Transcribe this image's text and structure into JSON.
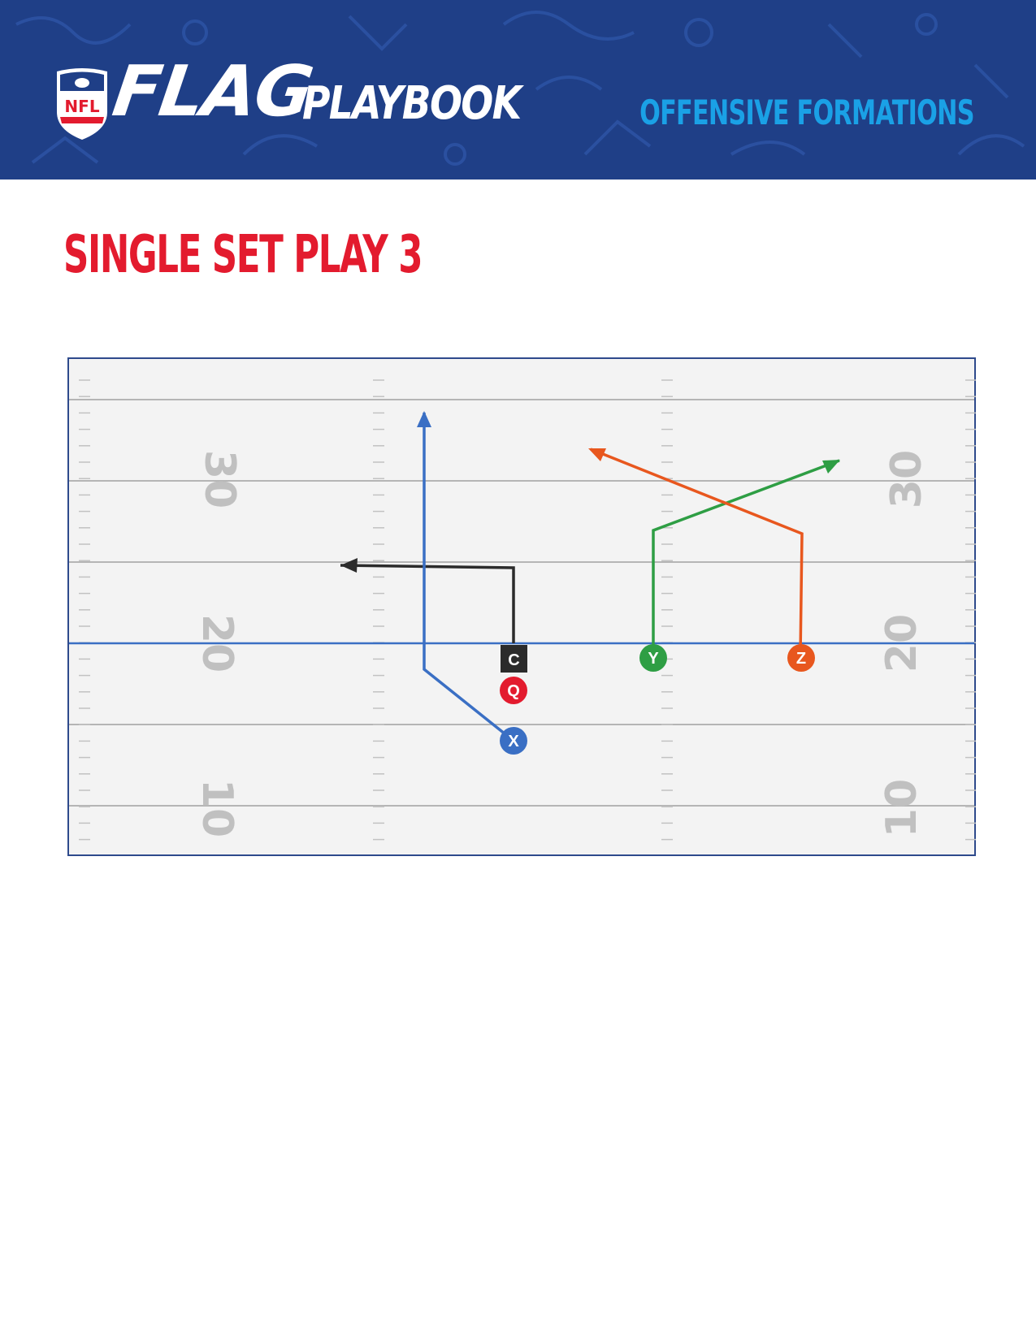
{
  "header": {
    "logo_text": "NFL",
    "brand_word": "FLAG",
    "brand_suffix": "PLAYBOOK",
    "section_title": "OFFENSIVE FORMATIONS"
  },
  "page": {
    "title": "SINGLE SET PLAY 3"
  },
  "field": {
    "yard_numbers": [
      "30",
      "20",
      "10"
    ],
    "line_of_scrimmage_color": "#3a6fc4",
    "field_color": "#f3f3f3",
    "yard_line_color": "#b5b5b5"
  },
  "players": [
    {
      "label": "C",
      "role": "center",
      "shape": "square",
      "color": "#2b2b2b"
    },
    {
      "label": "Q",
      "role": "quarterback",
      "shape": "circle",
      "color": "#e31b2e"
    },
    {
      "label": "X",
      "role": "receiver",
      "shape": "circle",
      "color": "#3a6fc4"
    },
    {
      "label": "Y",
      "role": "receiver",
      "shape": "circle",
      "color": "#2e9e44"
    },
    {
      "label": "Z",
      "role": "receiver",
      "shape": "circle",
      "color": "#e8571e"
    }
  ],
  "routes": [
    {
      "player": "C",
      "color": "#2b2b2b"
    },
    {
      "player": "X",
      "color": "#3a6fc4"
    },
    {
      "player": "Y",
      "color": "#2e9e44"
    },
    {
      "player": "Z",
      "color": "#e8571e"
    }
  ]
}
